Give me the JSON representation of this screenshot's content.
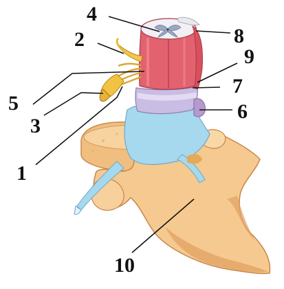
{
  "labels": {
    "l1": "1",
    "l2": "2",
    "l3": "3",
    "l4": "4",
    "l5": "5",
    "l6": "6",
    "l7": "7",
    "l8": "8",
    "l9": "9",
    "l10": "10"
  },
  "colors": {
    "bone": "#f2c488",
    "bone_shadow": "#d9975a",
    "dura_blue": "#9fd3ea",
    "cord_red": "#e0606e",
    "nerve_yellow": "#f1c246",
    "disc_lavender": "#c7b8e0",
    "leader": "#111111"
  }
}
